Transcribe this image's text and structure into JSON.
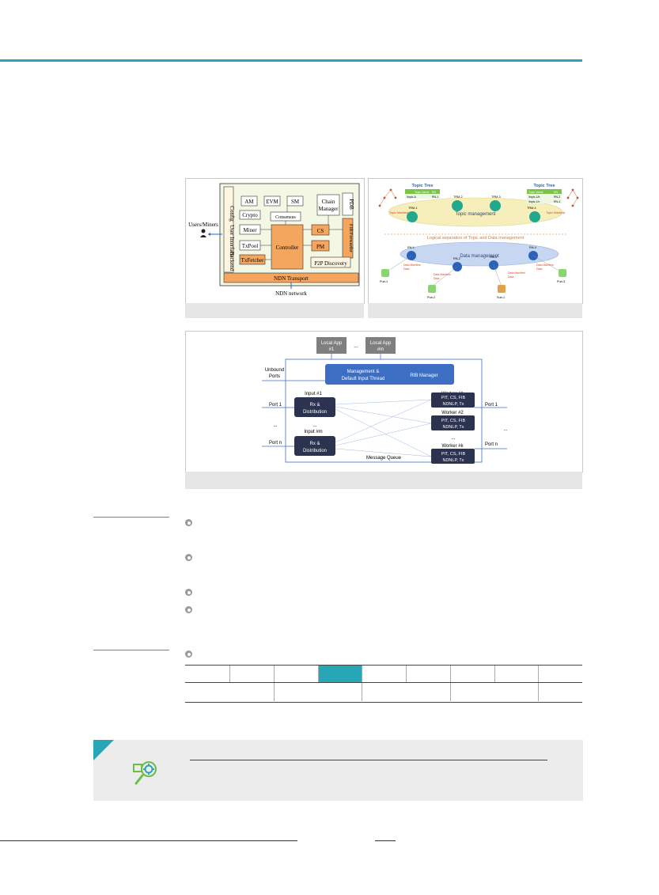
{
  "figure_a": {
    "side_labels": [
      "Config",
      "User Interface",
      "Backend"
    ],
    "modules": {
      "am": "AM",
      "evm": "EVM",
      "sm": "SM",
      "chain_manager_line1": "Chain",
      "chain_manager_line2": "Manager",
      "pdb": "PDB",
      "crypto": "Crypto",
      "consensus": "Consensus",
      "miner": "Miner",
      "cs": "CS",
      "txpool": "TxPool",
      "pm": "PM",
      "controller": "Controller",
      "fib_forwarder": "FIB/Forwarder",
      "txfetcher": "TxFetcher",
      "p2p_discovery": "P2P Discovery",
      "ndn_transport": "NDN Transport"
    },
    "users_label": "Users/Miners",
    "network_label": "NDN network"
  },
  "figure_b": {
    "topic_tree_left": "Topic Tree",
    "topic_tree_right": "Topic Tree",
    "tree_headers": [
      "Topic Name",
      "RN"
    ],
    "tree_rows_left": [
      [
        "/topic-A",
        "RN-1"
      ]
    ],
    "tree_rows_right": [
      [
        "/topic-1/b",
        "RN-2"
      ],
      [
        "/topic-1/c",
        "RN-4"
      ]
    ],
    "trm_labels": [
      "TRM-1",
      "TRM-2",
      "TRM-3",
      "TRM-4"
    ],
    "topic_manifest": "Topic Manifest",
    "topic_management": "Topic management",
    "separation_label": "Logical separation of Topic and Data management",
    "data_management": "Data management",
    "rn_labels": [
      "RN-1",
      "RN-2",
      "RN-3",
      "RN-4"
    ],
    "data_manifest": "Data Manifest",
    "data": "Data",
    "pubs": [
      "Pub-1",
      "Pub-2",
      "Pub-3"
    ],
    "sub": "Sub-1"
  },
  "figure_c": {
    "local_app_1": [
      "Local App",
      "#1"
    ],
    "ellipsis": "...",
    "local_app_m": [
      "Local App",
      "#m"
    ],
    "unbound_ports": [
      "Unbound",
      "Ports"
    ],
    "management_thread": [
      "Management &",
      "Default Input Thread"
    ],
    "rib_manager": "RIB Manager",
    "input_1": "Input #1",
    "input_m": "Input #m",
    "rx_distribution": [
      "Rx &",
      "Distribution"
    ],
    "workers": [
      {
        "title": "Worker #1",
        "body": [
          "PIT, CS, FIB",
          "NDNLP, Tx"
        ]
      },
      {
        "title": "Worker #2",
        "body": [
          "PIT, CS, FIB",
          "NDNLP, Tx"
        ]
      },
      {
        "title": "Worker #k",
        "body": [
          "PIT, CS, FIB",
          "NDNLP, Tx"
        ]
      }
    ],
    "port_1": "Port 1",
    "port_n": "Port n",
    "message_queue": "Message Queue"
  },
  "colors": {
    "accent": "#27a7b6",
    "orange": "#f4a55e",
    "worker": "#2b3350",
    "mgmt": "#3c6fc4"
  }
}
